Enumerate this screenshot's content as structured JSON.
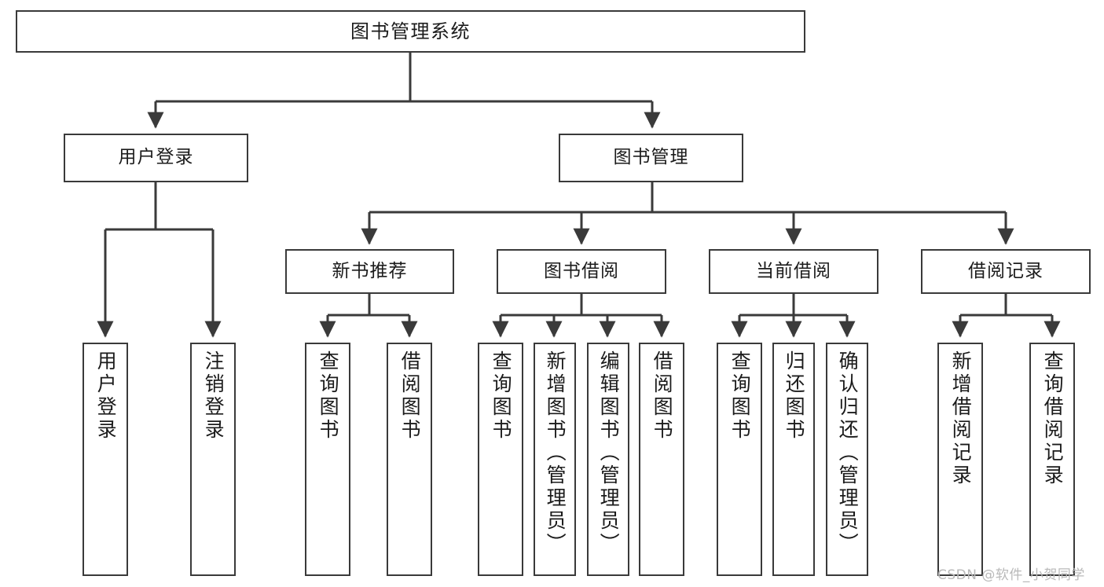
{
  "diagram": {
    "title": "图书管理系统",
    "type": "tree-hierarchy",
    "orientation": "top-down",
    "colors": {
      "node_border": "#3a3a3a",
      "node_fill": "#ffffff",
      "edge": "#3a3a3a",
      "text": "#1b1b1b",
      "watermark": "#b9b9b9",
      "background": "#ffffff"
    }
  },
  "nodes": {
    "root": {
      "label": "图书管理系统"
    },
    "level2": [
      {
        "id": "user-login",
        "label": "用户登录"
      },
      {
        "id": "book-manage",
        "label": "图书管理"
      }
    ],
    "level3": [
      {
        "id": "new-book-recommend",
        "label": "新书推荐"
      },
      {
        "id": "book-borrow",
        "label": "图书借阅"
      },
      {
        "id": "current-borrow",
        "label": "当前借阅"
      },
      {
        "id": "borrow-record",
        "label": "借阅记录"
      }
    ],
    "leaves": {
      "user-login": [
        {
          "id": "leaf-user-login",
          "label": "用户登录"
        },
        {
          "id": "leaf-logout",
          "label": "注销登录"
        }
      ],
      "new-book-recommend": [
        {
          "id": "leaf-query-book-1",
          "label": "查询图书"
        },
        {
          "id": "leaf-borrow-book-1",
          "label": "借阅图书"
        }
      ],
      "book-borrow": [
        {
          "id": "leaf-query-book-2",
          "label": "查询图书"
        },
        {
          "id": "leaf-add-book",
          "label": "新增图书（管理员）"
        },
        {
          "id": "leaf-edit-book",
          "label": "编辑图书（管理员）"
        },
        {
          "id": "leaf-borrow-book-2",
          "label": "借阅图书"
        }
      ],
      "current-borrow": [
        {
          "id": "leaf-query-book-3",
          "label": "查询图书"
        },
        {
          "id": "leaf-return-book",
          "label": "归还图书"
        },
        {
          "id": "leaf-confirm-return",
          "label": "确认归还（管理员）"
        }
      ],
      "borrow-record": [
        {
          "id": "leaf-add-record",
          "label": "新增借阅记录"
        },
        {
          "id": "leaf-query-record",
          "label": "查询借阅记录"
        }
      ]
    }
  },
  "watermark": {
    "text": "CSDN @软件_小贺同学"
  }
}
